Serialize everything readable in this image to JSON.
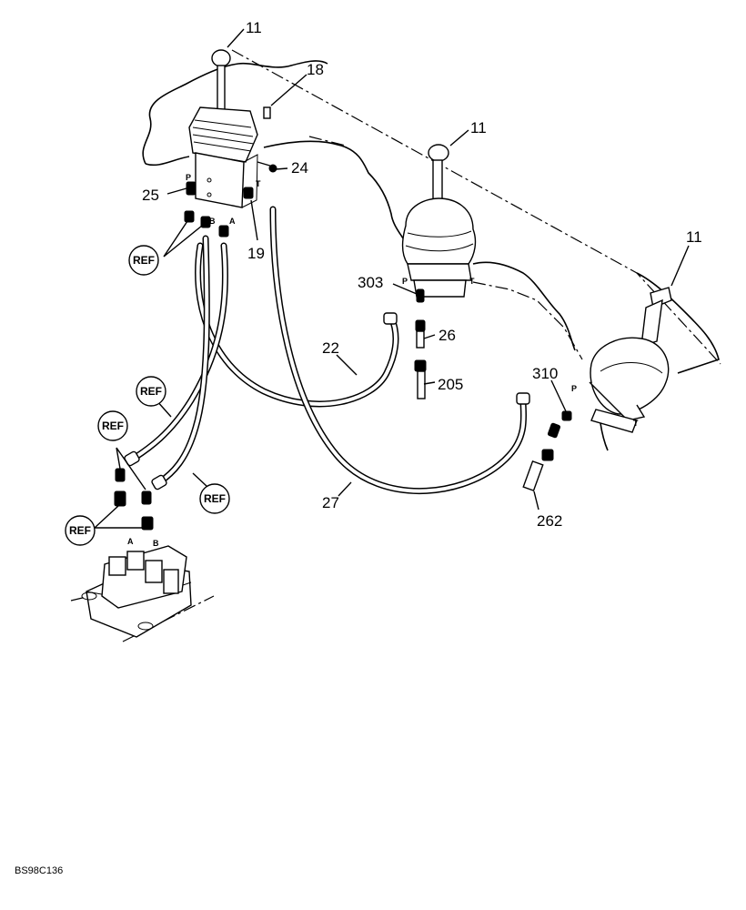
{
  "diagram": {
    "code": "BS98C136",
    "callouts": {
      "c11_left": "11",
      "c11_mid": "11",
      "c11_right": "11",
      "c18": "18",
      "c24": "24",
      "c25": "25",
      "c19": "19",
      "c303": "303",
      "c26": "26",
      "c22": "22",
      "c205": "205",
      "c310": "310",
      "c27": "27",
      "c262": "262"
    },
    "ref_label": "REF",
    "ports": {
      "p": "P",
      "t": "T",
      "a": "A",
      "b": "B"
    }
  }
}
